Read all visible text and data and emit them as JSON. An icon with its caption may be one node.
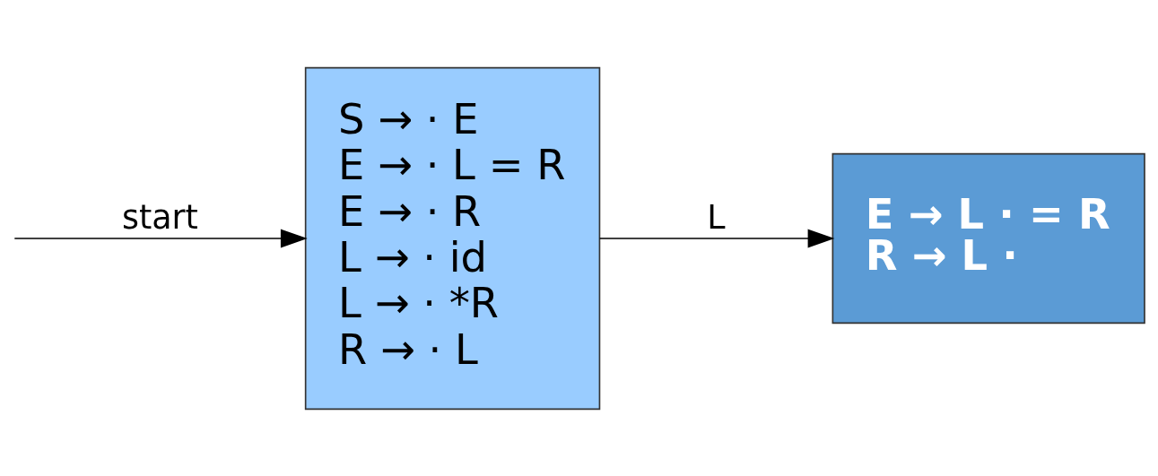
{
  "diagram": {
    "nodes": [
      {
        "text": [
          "S → · E",
          "E → · L = R",
          "E → · R",
          "L → · id",
          "L → · *R",
          "R → · L"
        ]
      },
      {
        "text": [
          "E → L · = R",
          "R → L ·"
        ]
      }
    ],
    "edges": [
      {
        "from": null,
        "to": 0,
        "arrow": "to",
        "label": "start"
      },
      {
        "from": 0,
        "to": 1,
        "arrow": "to",
        "label": "L"
      }
    ]
  }
}
